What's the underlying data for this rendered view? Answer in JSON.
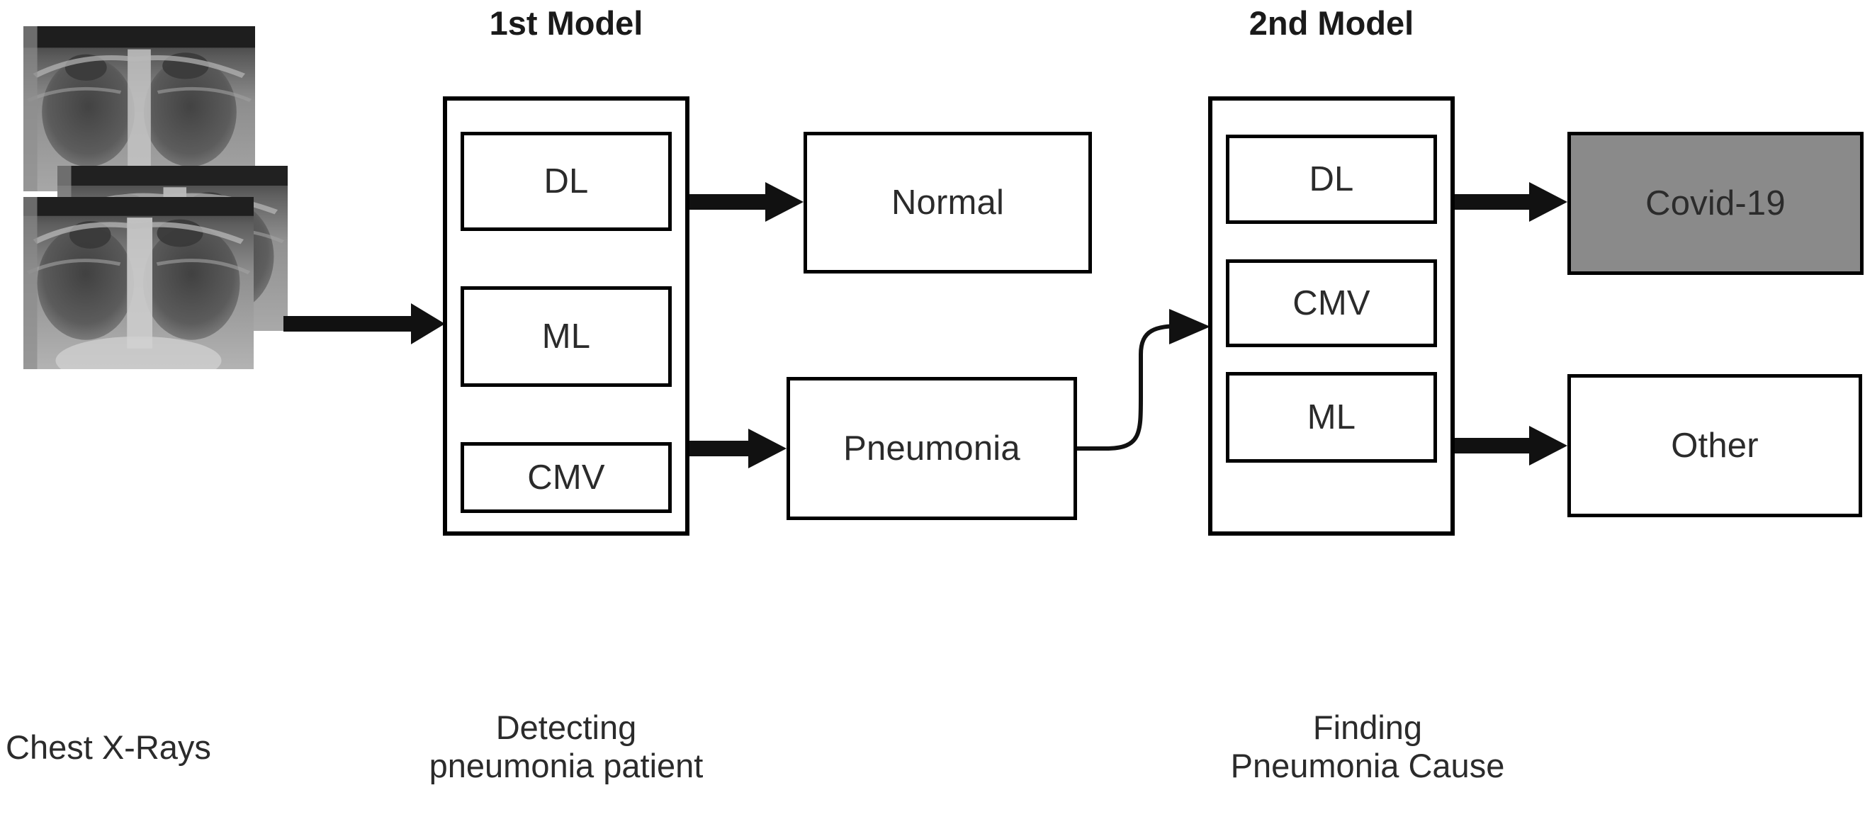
{
  "diagram": {
    "title_model1": "1st Model",
    "title_model2": "2nd Model",
    "input_caption": "Chest X-Rays",
    "caption_model1": "Detecting\npneumonia patient",
    "caption_model2": "Finding\nPneumonia Cause",
    "model1": {
      "methods": [
        {
          "label": "DL"
        },
        {
          "label": "ML"
        },
        {
          "label": "CMV"
        }
      ]
    },
    "model2": {
      "methods": [
        {
          "label": "DL"
        },
        {
          "label": "CMV"
        },
        {
          "label": "ML"
        }
      ]
    },
    "outputs_stage1": [
      {
        "label": "Normal",
        "filled": false
      },
      {
        "label": "Pneumonia",
        "filled": false
      }
    ],
    "outputs_stage2": [
      {
        "label": "Covid-19",
        "filled": true
      },
      {
        "label": "Other",
        "filled": false
      }
    ],
    "inputs": {
      "icon": "chest-xray-thumbnail",
      "count": 3
    },
    "colors": {
      "stroke": "#000000",
      "text": "#2b2b2b",
      "title": "#1a1a1a",
      "highlight_fill": "#8a8a8a",
      "background": "#ffffff"
    }
  }
}
